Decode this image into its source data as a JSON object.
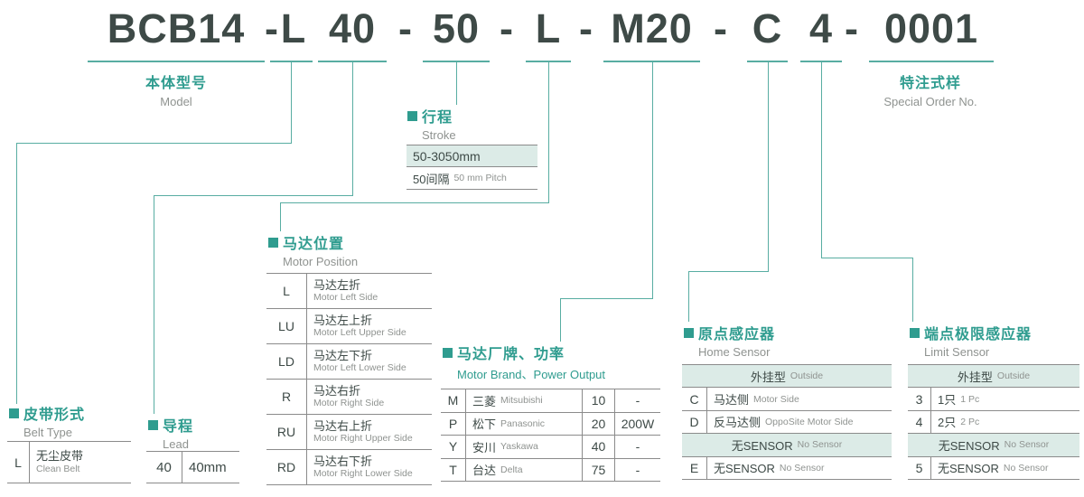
{
  "colors": {
    "accent": "#2f9c8f",
    "line": "#58ada2",
    "dark": "#3e4a47",
    "gray": "#8f9390",
    "shade": "#dcebe7",
    "border": "#8b8b8b"
  },
  "model_code": {
    "model": "BCB14",
    "hyphen": "-",
    "belt_type": "L",
    "lead": "40",
    "stroke": "50",
    "motor_position": "L",
    "motor_brand_power": "M20",
    "home_sensor": "C",
    "limit_sensor": "4",
    "special_order": "0001"
  },
  "labels": {
    "model_zh": "本体型号",
    "model_en": "Model",
    "special_zh": "特注式样",
    "special_en": "Special Order No."
  },
  "stroke": {
    "title_zh": "行程",
    "title_en": "Stroke",
    "range": "50-3050mm",
    "pitch_zh": "50间隔",
    "pitch_en": "50 mm Pitch"
  },
  "motor_position": {
    "title_zh": "马达位置",
    "title_en": "Motor Position",
    "rows": [
      {
        "code": "L",
        "zh": "马达左折",
        "en": "Motor Left Side"
      },
      {
        "code": "LU",
        "zh": "马达左上折",
        "en": "Motor Left Upper Side"
      },
      {
        "code": "LD",
        "zh": "马达左下折",
        "en": "Motor Left Lower Side"
      },
      {
        "code": "R",
        "zh": "马达右折",
        "en": "Motor Right Side"
      },
      {
        "code": "RU",
        "zh": "马达右上折",
        "en": "Motor Right Upper Side"
      },
      {
        "code": "RD",
        "zh": "马达右下折",
        "en": "Motor Right Lower Side"
      }
    ]
  },
  "belt_type": {
    "title_zh": "皮带形式",
    "title_en": "Belt Type",
    "rows": [
      {
        "code": "L",
        "zh": "无尘皮带",
        "en": "Clean Belt"
      }
    ]
  },
  "lead": {
    "title_zh": "导程",
    "title_en": "Lead",
    "rows": [
      {
        "code": "40",
        "value": "40mm"
      }
    ]
  },
  "motor_brand": {
    "title_zh": "马达厂牌、功率",
    "title_en": "Motor Brand、Power Output",
    "rows": [
      {
        "code": "M",
        "zh": "三菱",
        "en": "Mitsubishi",
        "power_code": "10",
        "power": "-"
      },
      {
        "code": "P",
        "zh": "松下",
        "en": "Panasonic",
        "power_code": "20",
        "power": "200W"
      },
      {
        "code": "Y",
        "zh": "安川",
        "en": "Yaskawa",
        "power_code": "40",
        "power": "-"
      },
      {
        "code": "T",
        "zh": "台达",
        "en": "Delta",
        "power_code": "75",
        "power": "-"
      }
    ]
  },
  "home_sensor": {
    "title_zh": "原点感应器",
    "title_en": "Home Sensor",
    "outside_zh": "外挂型",
    "outside_en": "Outside",
    "none_zh": "无SENSOR",
    "none_en": "No Sensor",
    "rows": [
      {
        "code": "C",
        "zh": "马达侧",
        "en": "Motor Side"
      },
      {
        "code": "D",
        "zh": "反马达侧",
        "en": "OppoSite Motor Side"
      },
      {
        "code": "E",
        "zh": "无SENSOR",
        "en": "No Sensor"
      }
    ]
  },
  "limit_sensor": {
    "title_zh": "端点极限感应器",
    "title_en": "Limit Sensor",
    "outside_zh": "外挂型",
    "outside_en": "Outside",
    "none_zh": "无SENSOR",
    "none_en": "No Sensor",
    "rows": [
      {
        "code": "3",
        "zh": "1只",
        "en": "1 Pc"
      },
      {
        "code": "4",
        "zh": "2只",
        "en": "2 Pc"
      },
      {
        "code": "5",
        "zh": "无SENSOR",
        "en": "No Sensor"
      }
    ]
  }
}
